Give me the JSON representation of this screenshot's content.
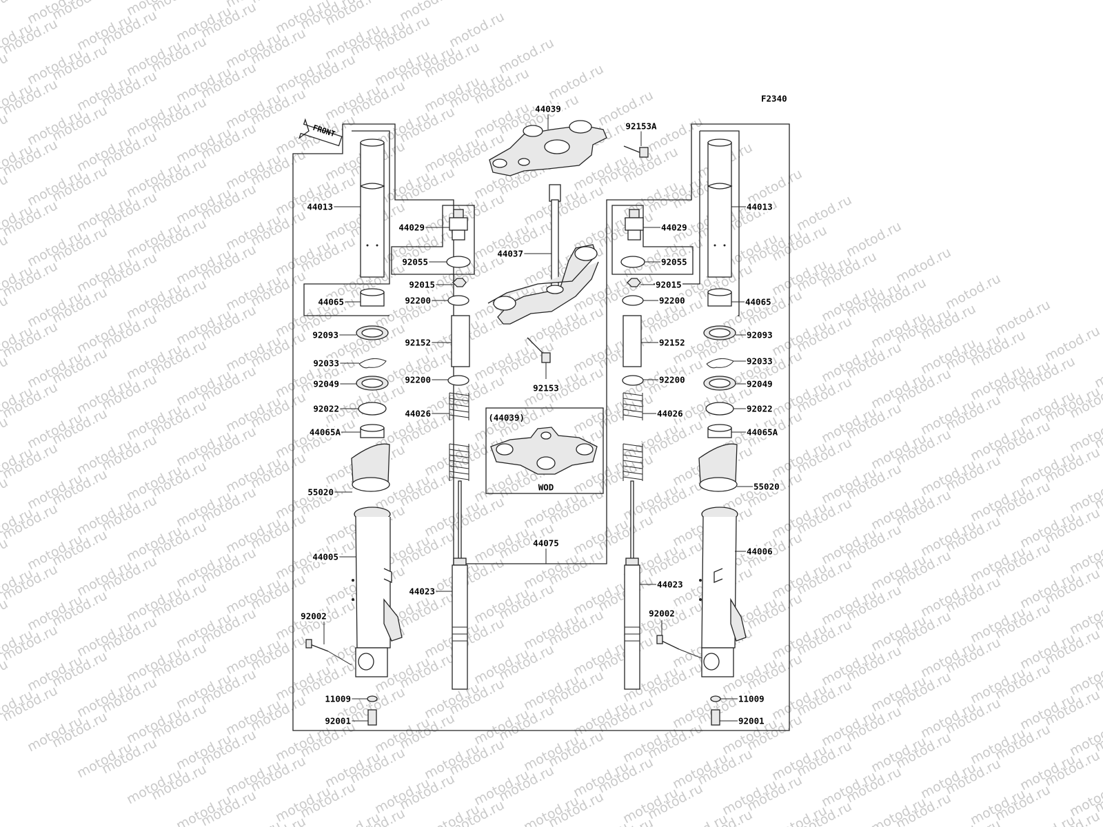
{
  "figure_code": "F2340",
  "front_label": "FRONT",
  "variant_box": {
    "reference": "(44039)",
    "code": "WOD"
  },
  "labels": {
    "p44039": "44039",
    "p92153A": "92153A",
    "p44013_l": "44013",
    "p44013_r": "44013",
    "p44029_l": "44029",
    "p44029_r": "44029",
    "p92055_l": "92055",
    "p92055_r": "92055",
    "p44037": "44037",
    "p92015_l": "92015",
    "p92015_r": "92015",
    "p44065_l": "44065",
    "p44065_r": "44065",
    "p92200a_l": "92200",
    "p92200a_r": "92200",
    "p92093_l": "92093",
    "p92093_r": "92093",
    "p92152_l": "92152",
    "p92152_r": "92152",
    "p92033_l": "92033",
    "p92033_r": "92033",
    "p92153": "92153",
    "p92049_l": "92049",
    "p92049_r": "92049",
    "p92200b_l": "92200",
    "p92200b_r": "92200",
    "p92022_l": "92022",
    "p92022_r": "92022",
    "p44026_l": "44026",
    "p44026_r": "44026",
    "p44065A_l": "44065A",
    "p44065A_r": "44065A",
    "p55020_l": "55020",
    "p55020_r": "55020",
    "p44075": "44075",
    "p44005": "44005",
    "p44006": "44006",
    "p44023_l": "44023",
    "p44023_r": "44023",
    "p92002_l": "92002",
    "p92002_r": "92002",
    "p11009_l": "11009",
    "p11009_r": "11009",
    "p92001_l": "92001",
    "p92001_r": "92001"
  },
  "watermark_text": "motod.ru"
}
